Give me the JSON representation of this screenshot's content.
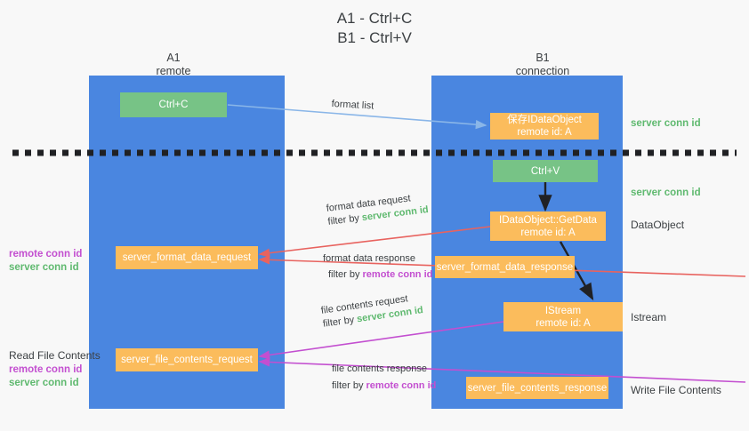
{
  "title": {
    "line1": "A1 - Ctrl+C",
    "line2": "B1 - Ctrl+V"
  },
  "lanes": [
    {
      "name": "A1",
      "sub": "remote"
    },
    {
      "name": "B1",
      "sub": "connection"
    }
  ],
  "nodes": {
    "ctrl_c": "Ctrl+C",
    "ctrl_v": "Ctrl+V",
    "save_idataobject_l1": "保存IDataObject",
    "save_idataobject_l2": "remote id: A",
    "getdata_l1": "IDataObject::GetData",
    "getdata_l2": "remote id: A",
    "istream_l1": "IStream",
    "istream_l2": "remote id: A",
    "format_data_request": "server_format_data_request",
    "format_data_response": "server_format_data_response",
    "file_contents_request": "server_file_contents_request",
    "file_contents_response": "server_file_contents_response"
  },
  "side_labels": {
    "server_conn_id_top": "server conn id",
    "server_conn_id_mid": "server conn id",
    "dataobject": "DataObject",
    "istream": "Istream",
    "write_file_contents": "Write File Contents"
  },
  "left_labels": {
    "remote_conn_id_1": "remote conn id",
    "server_conn_id_1": "server conn id",
    "read_file_contents": "Read File Contents",
    "remote_conn_id_2": "remote conn id",
    "server_conn_id_2": "server conn id"
  },
  "edges": {
    "format_list": "format list",
    "format_data_request": "format data request",
    "format_data_request_filter_pre": "filter by ",
    "format_data_request_filter_key": "server conn id",
    "format_data_response": "format data response",
    "format_data_response_filter_pre": "filter by ",
    "format_data_response_filter_key": "remote conn id",
    "file_contents_request": "file contents request",
    "file_contents_request_filter_pre": "filter by ",
    "file_contents_request_filter_key": "server conn id",
    "file_contents_response": "file contents response",
    "file_contents_response_filter_pre": "filter by ",
    "file_contents_response_filter_key": "remote conn id"
  },
  "colors": {
    "lane": "#4a86e0",
    "green_node": "#77c386",
    "orange_node": "#fbbc5c",
    "server_conn": "#5fb96f",
    "remote_conn": "#c34fd0",
    "arrow_blue": "#8ab6e8",
    "arrow_red": "#e8635f",
    "arrow_magenta": "#c34fd0",
    "arrow_black": "#202124",
    "background": "#f8f8f8"
  }
}
